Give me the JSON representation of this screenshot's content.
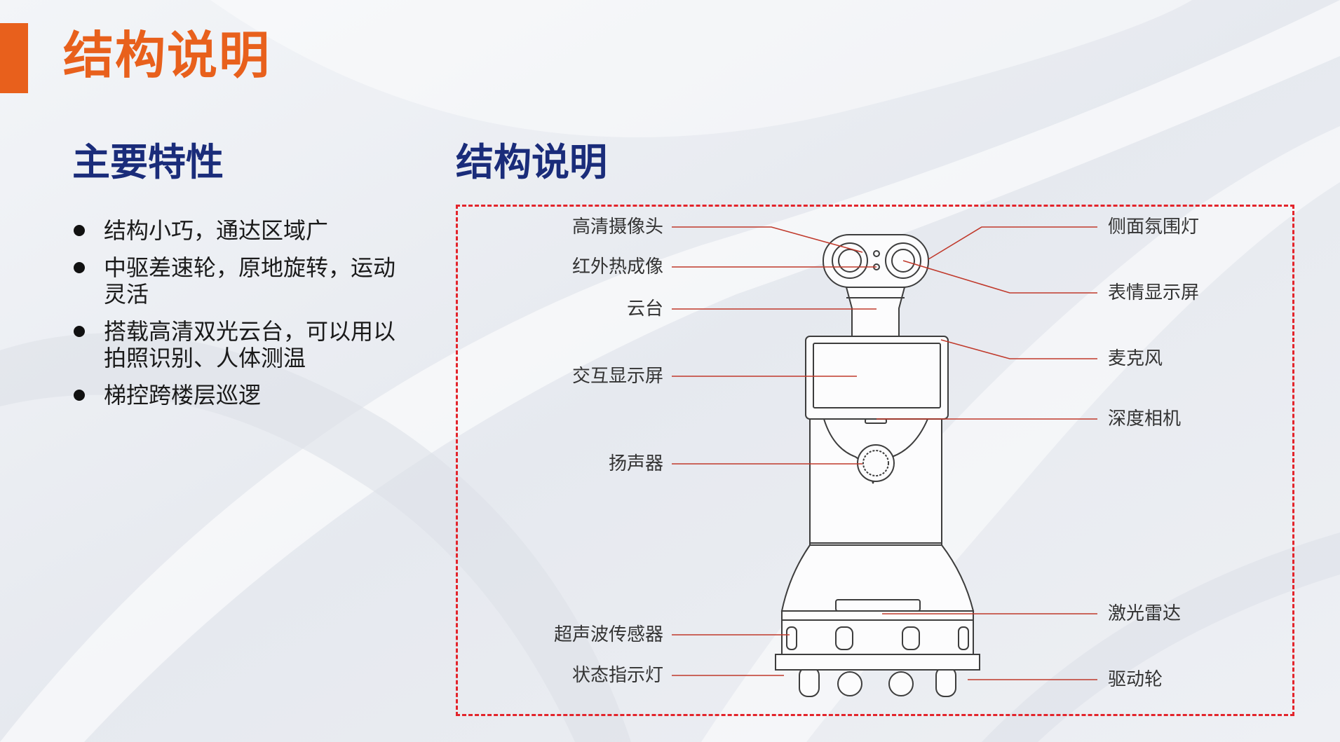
{
  "page": {
    "title": "结构说明"
  },
  "features": {
    "title": "主要特性",
    "items": [
      "结构小巧，通达区域广",
      "中驱差速轮，原地旋转，运动灵活",
      "搭载高清双光云台，可以用以拍照识别、人体测温",
      "梯控跨楼层巡逻"
    ]
  },
  "structure": {
    "title": "结构说明",
    "left_labels": {
      "hd_camera": "高清摄像头",
      "infrared": "红外热成像",
      "gimbal": "云台",
      "interactive_screen": "交互显示屏",
      "speaker": "扬声器",
      "ultrasonic": "超声波传感器",
      "status_light": "状态指示灯"
    },
    "right_labels": {
      "side_light": "侧面氛围灯",
      "expression_screen": "表情显示屏",
      "microphone": "麦克风",
      "depth_camera": "深度相机",
      "lidar": "激光雷达",
      "drive_wheel": "驱动轮"
    }
  },
  "colors": {
    "accent": "#e8601c",
    "heading": "#1a2c7a",
    "frame": "#e3242b",
    "leader": "#c0392b"
  }
}
